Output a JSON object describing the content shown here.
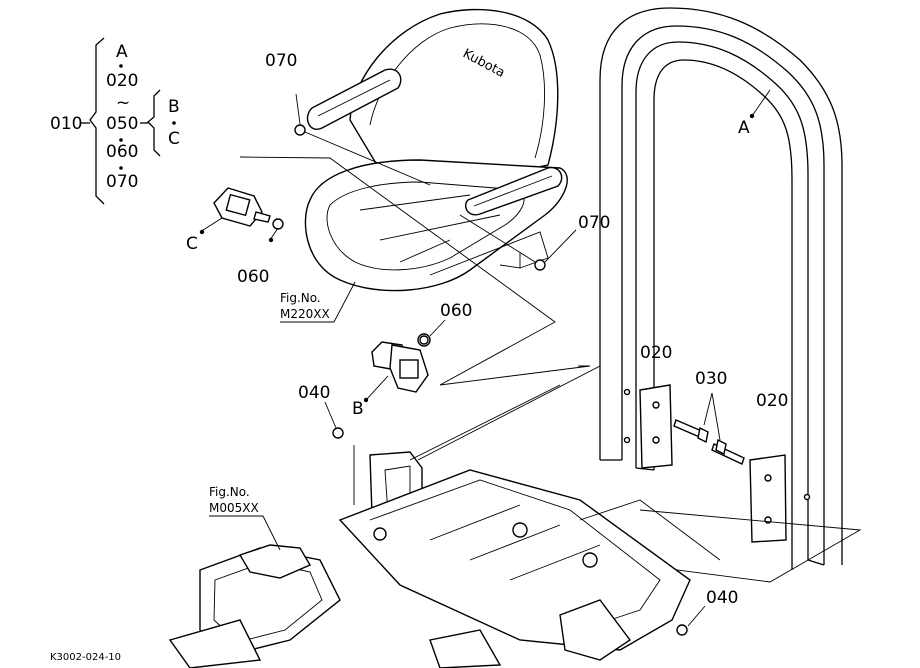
{
  "title": "",
  "assembly": {
    "root": "010",
    "members": [
      "A",
      "020",
      "050",
      "060",
      "070"
    ],
    "range_mark": "~",
    "sub_members": [
      "B",
      "C"
    ]
  },
  "callouts": {
    "p070_top": "070",
    "p070_right": "070",
    "p060_left": "060",
    "p060_mid": "060",
    "p040_left": "040",
    "p040_right": "040",
    "p020_left": "020",
    "p020_right": "020",
    "p030": "030",
    "ref_A": "A",
    "ref_B": "B",
    "ref_C": "C"
  },
  "figure_refs": [
    {
      "caption": "Fig.No.",
      "code": "M220XX"
    },
    {
      "caption": "Fig.No.",
      "code": "M005XX"
    }
  ],
  "brand_mark": "Kubota",
  "footer": "K3002-024-10"
}
